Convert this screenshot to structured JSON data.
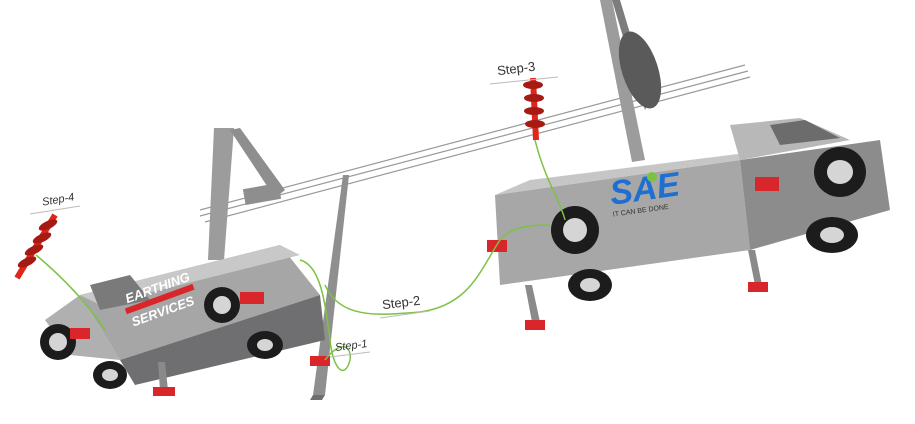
{
  "diagram": {
    "type": "earthing-setup-illustration",
    "steps": [
      {
        "id": "step-1",
        "label": "Step-1"
      },
      {
        "id": "step-2",
        "label": "Step-2"
      },
      {
        "id": "step-3",
        "label": "Step-3"
      },
      {
        "id": "step-4",
        "label": "Step-4"
      }
    ],
    "vehicles": {
      "left": {
        "branding_line1": "EARTHING",
        "branding_line2": "SERVICES"
      },
      "right": {
        "logo": "SAE",
        "tagline": "IT CAN BE DONE"
      }
    },
    "colors": {
      "truck_body": "#9a9a9a",
      "truck_dark": "#6e6e70",
      "earth_rod": "#e0261c",
      "cable": "#7cc242",
      "logo_blue": "#1f6fd0",
      "logo_green": "#7cc242",
      "brand_red": "#d8262b"
    }
  }
}
